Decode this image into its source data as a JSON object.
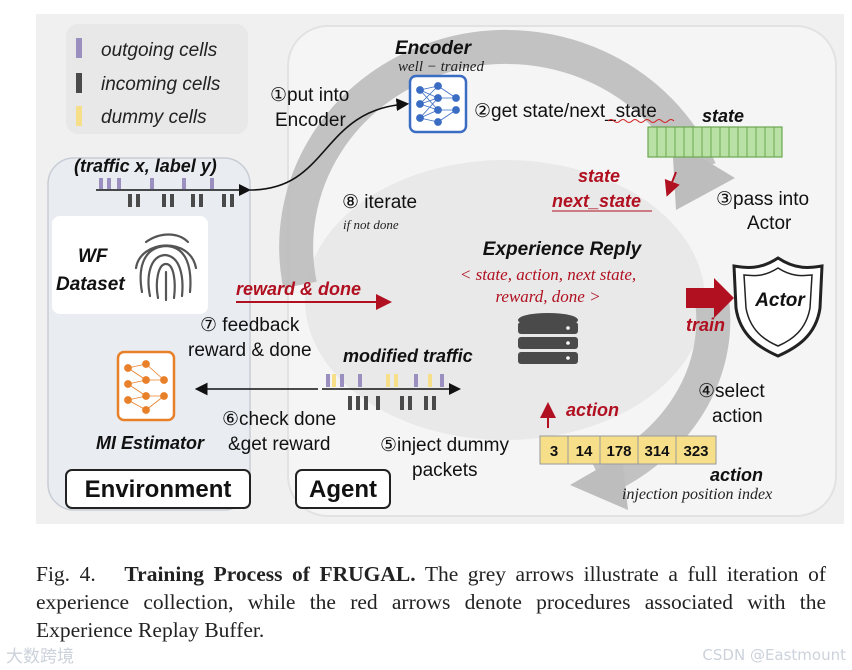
{
  "legend": {
    "outgoing": "outgoing cells",
    "incoming": "incoming cells",
    "dummy": "dummy cells"
  },
  "encoder": {
    "title": "Encoder",
    "subtitle": "well − trained"
  },
  "steps": {
    "put_into_1": "①put into",
    "put_into_2": "Encoder",
    "get_state": "②get state/next_state",
    "pass_into_1": "③pass into",
    "pass_into_2": "Actor",
    "select_1": "④select",
    "select_2": "action",
    "inject_1": "⑤inject dummy",
    "inject_2": "packets",
    "check_1": "⑥check done",
    "check_2": "&get reward",
    "feedback_1": "⑦ feedback",
    "feedback_2": "reward & done",
    "iterate": "⑧ iterate",
    "if_not_done": "if not done"
  },
  "labels": {
    "state": "state",
    "state_red": "state",
    "next_state_red": "next_state",
    "traffic": "(traffic x, label y)",
    "wf_1": "WF",
    "wf_2": "Dataset",
    "reward_done": "reward & done",
    "experience_title": "Experience Reply",
    "experience_tuple_1": "< state, action, next state,",
    "experience_tuple_2": "reward, done >",
    "train": "train",
    "actor": "Actor",
    "modified_traffic": "modified traffic",
    "action_red": "action",
    "action": "action",
    "injection_index": "injection position index",
    "mi_estimator": "MI Estimator",
    "environment": "Environment",
    "agent": "Agent"
  },
  "action_values": [
    "3",
    "14",
    "178",
    "314",
    "323"
  ],
  "caption": {
    "fig": "Fig. 4.",
    "title": "Training Process of FRUGAL.",
    "text": "The grey arrows illustrate a full iteration of experience collection, while the red arrows denote procedures associated with the Experience Replay Buffer."
  },
  "watermark_left": "大数跨境",
  "watermark_right": "CSDN @Eastmount",
  "colors": {
    "outgoing": "#9b8fc0",
    "incoming": "#4a4a4a",
    "dummy": "#f7df8a",
    "red": "#b01020",
    "green_state": "#b9e0a5",
    "encoder_border": "#3b6cc4",
    "mi_orange": "#e8802a"
  }
}
